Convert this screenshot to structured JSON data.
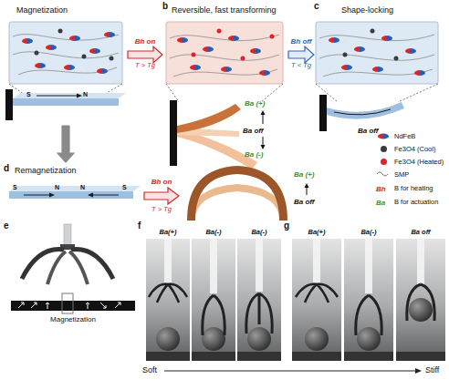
{
  "diagram": {
    "nodes": [
      {
        "text": [
          "Magnetization"
        ]
      },
      {
        "text": [
          "Reversible, fast transforming"
        ]
      },
      {
        "text": [
          "Shape-locking"
        ]
      },
      {
        "text": [
          "Remagnetization"
        ]
      }
    ],
    "edges": [
      {
        "from": 0,
        "to": 1,
        "arrow": "to",
        "label": "Bh on"
      },
      {
        "from": 1,
        "to": 2,
        "arrow": "to",
        "label": "Bh off"
      },
      {
        "from": 0,
        "to": 3,
        "arrow": "to"
      }
    ],
    "labels": [
      "b",
      "c",
      "S",
      "N",
      "T > Tg",
      "T < Tg",
      "Ba (+)",
      "Ba off",
      "Ba (-)",
      "Ba off",
      "d",
      "S",
      "N",
      "N",
      "S",
      "Bh on",
      "T > Tg",
      "Ba (+)",
      "Ba off",
      "Bh",
      "Ba",
      "e",
      "Magnetization",
      "f",
      "Ba(+)",
      "Ba(-)",
      "Ba(-)",
      "g",
      "Ba(+)",
      "Ba(-)",
      "Ba off",
      "Soft",
      "Stiff"
    ],
    "legend": [
      {
        "text": "NdFeB"
      },
      {
        "text": "Fe3O4 (Cool)",
        "color": "#3a3a3a"
      },
      {
        "text": "Fe3O4 (Heated)",
        "color": "#e0202a"
      },
      {
        "text": "SMP"
      },
      {
        "text": "B for heating"
      },
      {
        "text": "B for actuation"
      }
    ]
  }
}
